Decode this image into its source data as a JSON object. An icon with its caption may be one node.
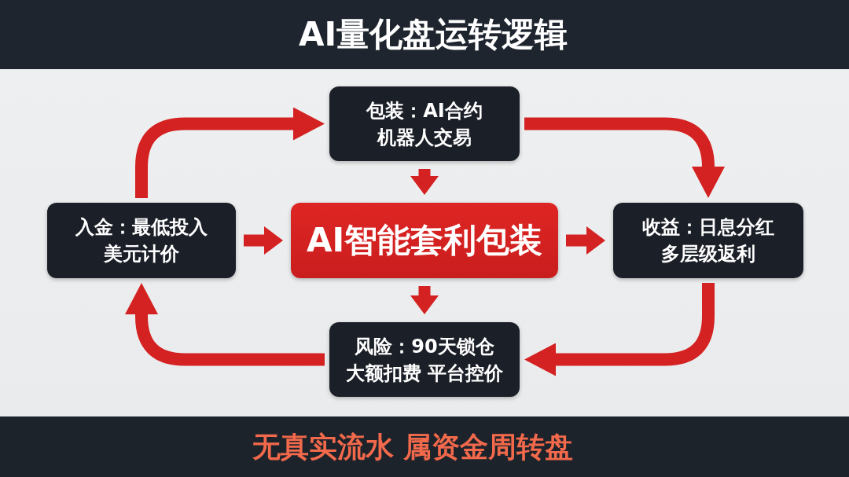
{
  "diagram": {
    "title": "AI量化盘运转逻辑",
    "caption": "无真实流水 属资金周转盘",
    "nodes": [
      {
        "text": [
          "包装：AI合约机器人交易"
        ]
      },
      {
        "text": [
          "入金：最低投入",
          "美元计价"
        ]
      },
      {
        "text": [
          "AI智能套利包装"
        ]
      },
      {
        "text": [
          "收益：日息分红",
          "多层级返利"
        ]
      },
      {
        "text": [
          "风险：90天锁仓",
          "大额扣费 平台控价"
        ]
      }
    ],
    "edges": [
      {
        "from": 1,
        "to": 0,
        "arrow": "to"
      },
      {
        "from": 0,
        "to": 3,
        "arrow": "to"
      },
      {
        "from": 3,
        "to": 4,
        "arrow": "to"
      },
      {
        "from": 4,
        "to": 1,
        "arrow": "to"
      },
      {
        "from": 1,
        "to": 2,
        "arrow": "to"
      },
      {
        "from": 2,
        "to": 3,
        "arrow": "to"
      },
      {
        "from": 0,
        "to": 2,
        "arrow": "to"
      },
      {
        "from": 2,
        "to": 4,
        "arrow": "to"
      }
    ]
  }
}
